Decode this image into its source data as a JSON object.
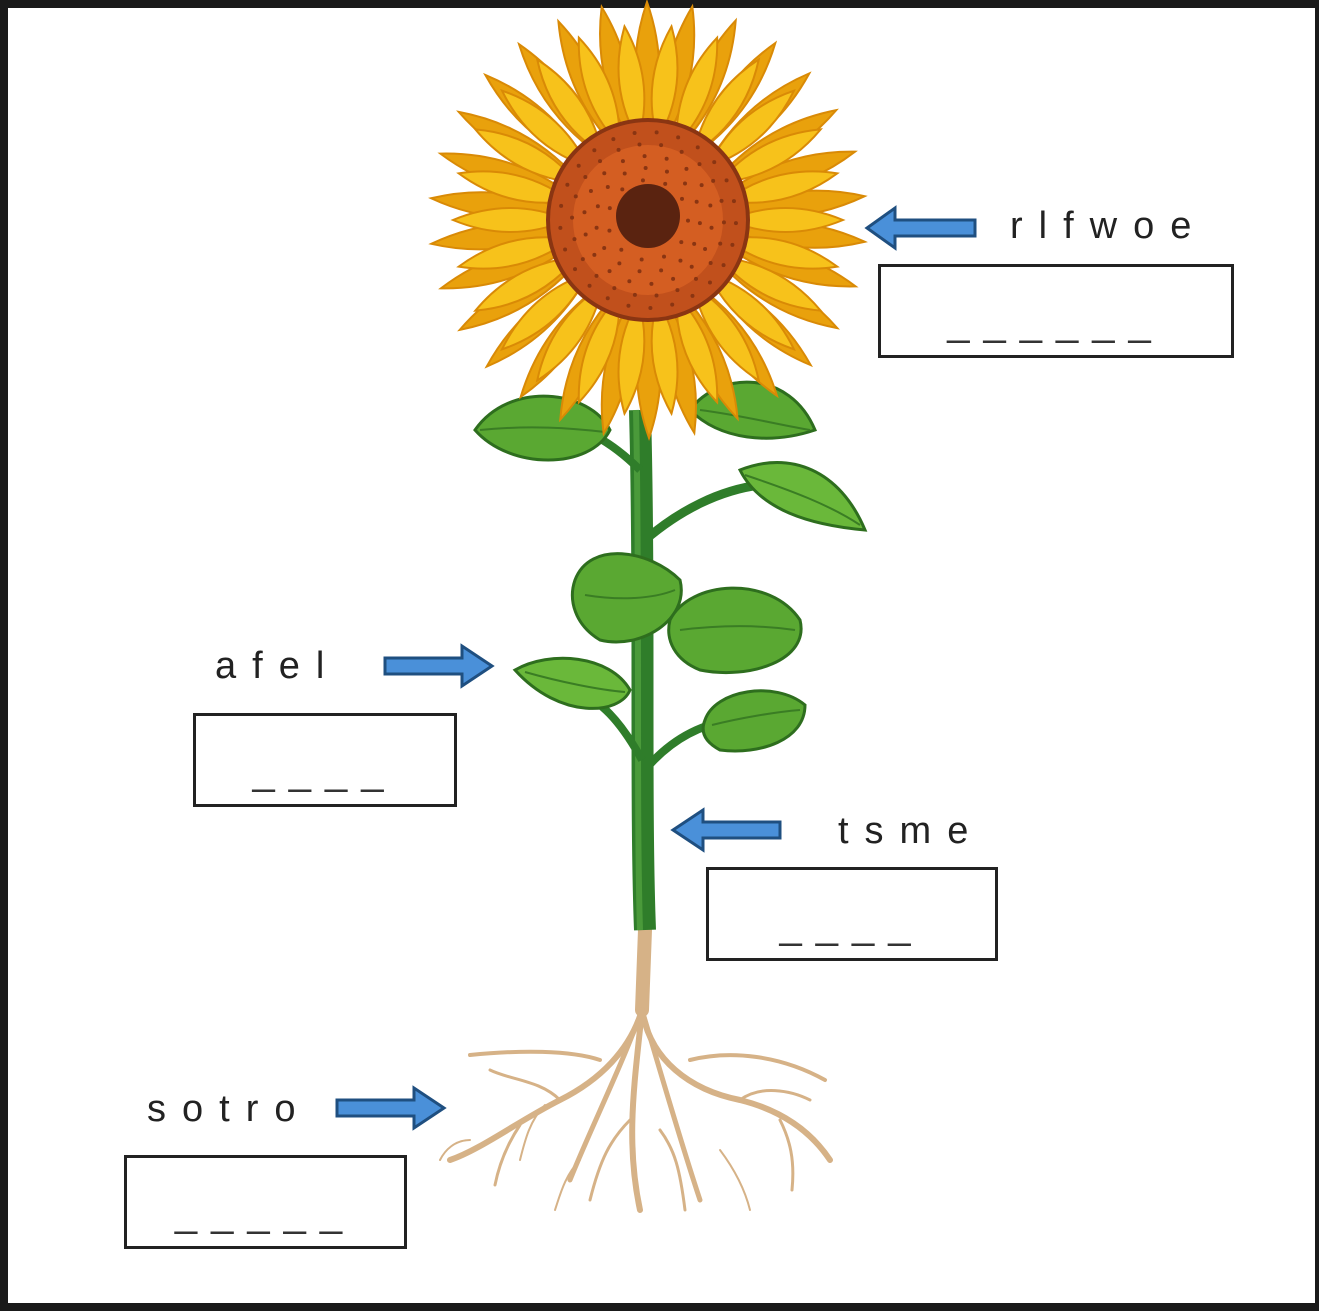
{
  "labels": [
    {
      "id": "flower",
      "scrambled": "rlfwoe",
      "blanks": "______"
    },
    {
      "id": "leaf",
      "scrambled": "afel",
      "blanks": "____"
    },
    {
      "id": "stem",
      "scrambled": "tsme",
      "blanks": "____"
    },
    {
      "id": "roots",
      "scrambled": "sotro",
      "blanks": "_____"
    }
  ],
  "colors": {
    "arrow": "#4a90d9",
    "petal": "#f7c21b",
    "petal_dark": "#e9a10c",
    "center": "#c1501c",
    "center_core": "#5a2310",
    "stem": "#2f7d2a",
    "leaf": "#5aa832",
    "root": "#d9b58a"
  }
}
